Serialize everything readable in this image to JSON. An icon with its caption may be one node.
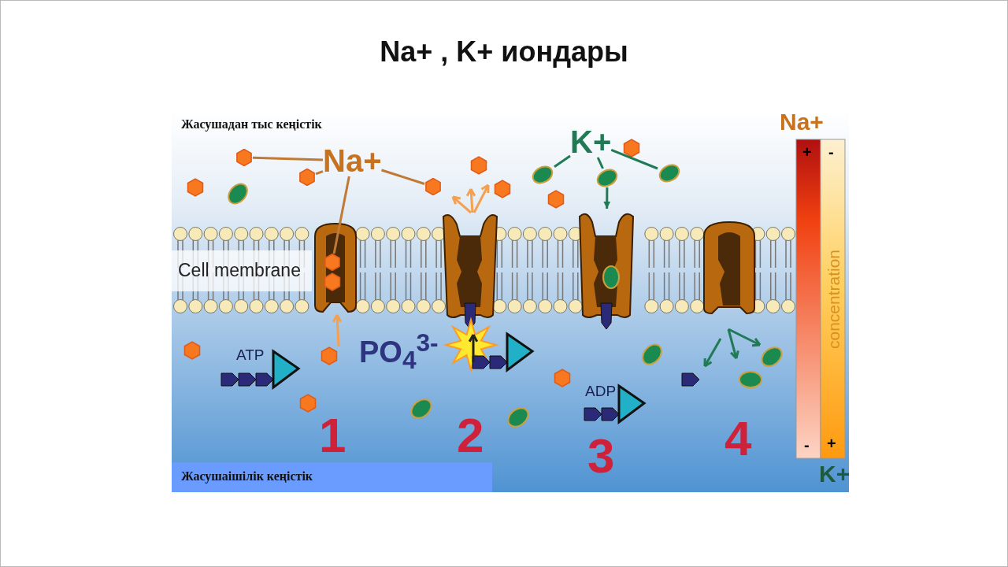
{
  "diagram": {
    "title": "Na+ , K+ иондары",
    "nodes": [
      {
        "text": [
          "Na+"
        ]
      },
      {
        "text": [],
        "shape": "hexagon"
      },
      {
        "text": [],
        "shape": "hexagon"
      },
      {
        "text": [],
        "shape": "hexagon"
      },
      {
        "text": [],
        "shape": "hexagon"
      },
      {
        "text": [
          "K+"
        ]
      },
      {
        "text": [],
        "shape": "ellipse"
      },
      {
        "text": [],
        "shape": "ellipse"
      },
      {
        "text": [],
        "shape": "ellipse"
      },
      {
        "text": [],
        "shape": "picture"
      }
    ],
    "edges": [
      {
        "from": 0,
        "to": 1,
        "arrow": "none"
      },
      {
        "from": 0,
        "to": 2,
        "arrow": "none"
      },
      {
        "from": 0,
        "to": 3,
        "arrow": "none"
      },
      {
        "from": 0,
        "to": 4,
        "arrow": "none"
      },
      {
        "from": 5,
        "to": 6,
        "arrow": "none",
        "color": "#1f7a55"
      },
      {
        "from": 5,
        "to": 7,
        "arrow": "none",
        "color": "#1f7a55"
      },
      {
        "from": 5,
        "to": 8,
        "arrow": "none",
        "color": "#1f7a55"
      },
      {
        "from": 7,
        "to": 9,
        "arrow": "to",
        "color": "#1f7a55"
      }
    ],
    "labels": [
      "Жасушадан тыс кеңістік",
      "Na+",
      "+",
      "-",
      "Cell membrane",
      "concentration",
      "ATP",
      "PO$_{4}$$^{3-}$",
      "ADP",
      "1",
      "2",
      "3",
      "4",
      "-",
      "+",
      "K+",
      "Жасушаішілік  кеңістік"
    ]
  }
}
